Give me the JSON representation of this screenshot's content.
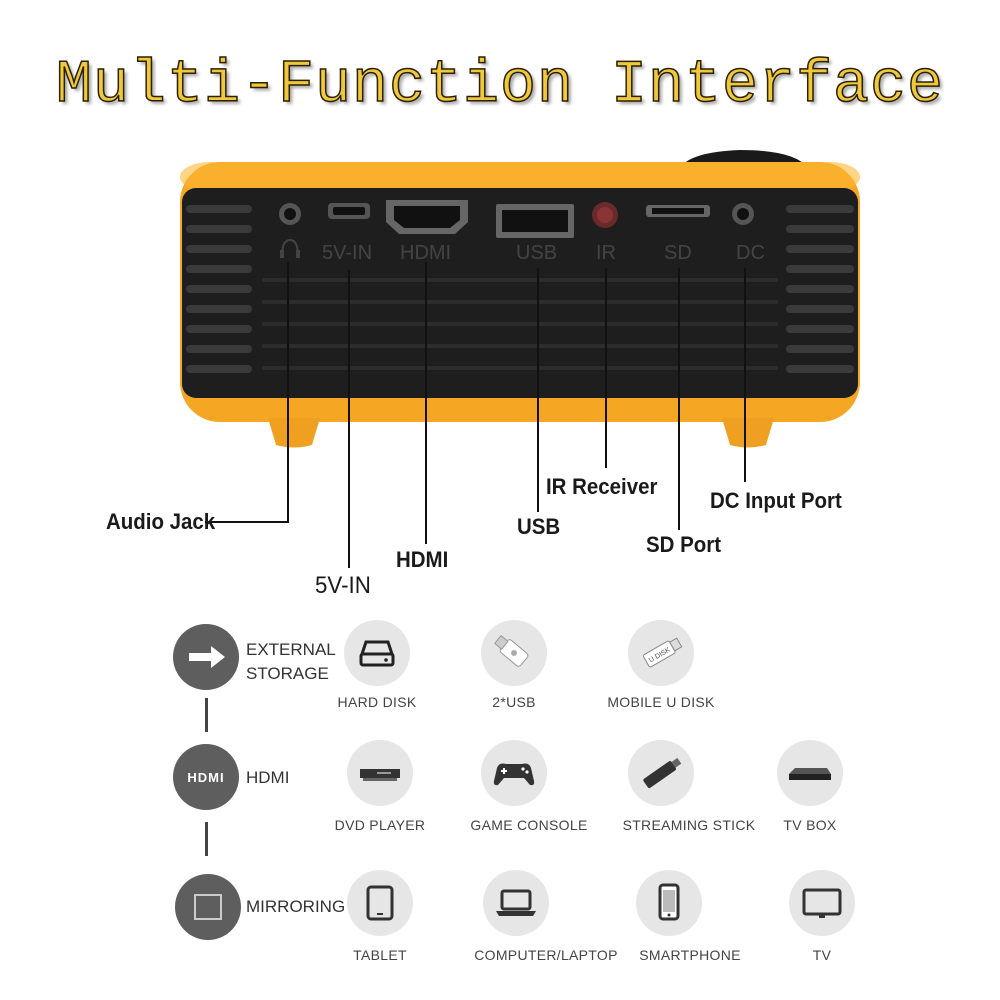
{
  "title": "Multi-Function Interface",
  "ports": {
    "headphone": "",
    "v5in": "5V-IN",
    "hdmi": "HDMI",
    "usb": "USB",
    "ir": "IR",
    "sd": "SD",
    "dc": "DC"
  },
  "callouts": {
    "audio_jack": "Audio Jack",
    "v5in": "5V-IN",
    "hdmi": "HDMI",
    "usb": "USB",
    "ir_receiver": "IR Receiver",
    "sd_port": "SD Port",
    "dc_input_port": "DC Input Port"
  },
  "categories": {
    "external_storage": {
      "label": "EXTERNAL\nSTORAGE",
      "items": [
        "HARD DISK",
        "2*USB",
        "MOBILE U DISK"
      ]
    },
    "hdmi": {
      "icon_text": "HDMI",
      "label": "HDMI",
      "items": [
        "DVD PLAYER",
        "GAME  CONSOLE",
        "STREAMING STICK",
        "TV BOX"
      ]
    },
    "mirroring": {
      "label": "MIRRORING",
      "items": [
        "TABLET",
        "COMPUTER/LAPTOP",
        "SMARTPHONE",
        "TV"
      ]
    }
  },
  "usb_stick_text": "U DISK",
  "colors": {
    "body_orange": "#f5a623",
    "body_dark": "#1e1e1e",
    "title_yellow": "#f0c83c",
    "icon_gray": "#5e5e5e",
    "icon_light": "#e6e6e6"
  }
}
